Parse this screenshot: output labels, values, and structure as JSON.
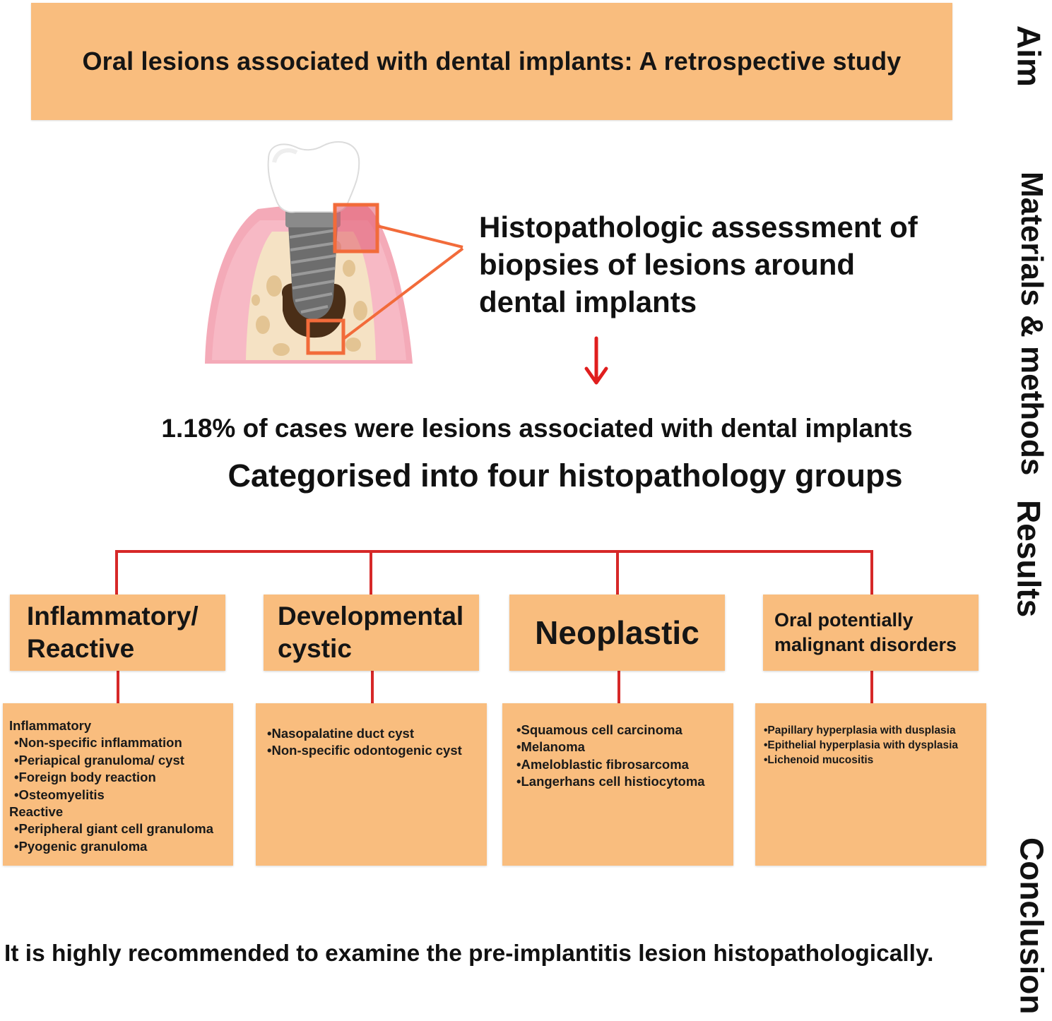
{
  "sections": {
    "aim": "Aim",
    "materials_methods": "Materials & methods",
    "results": "Results",
    "conclusion": "Conclusion"
  },
  "title": "Oral lesions associated with dental implants: A retrospective study",
  "methods": {
    "line1": "Histopathologic assessment of",
    "line2": "biopsies of lesions around",
    "line3": "dental implants"
  },
  "result_line": "1.18% of cases were lesions associated with dental implants",
  "groups_heading": "Categorised into four histopathology groups",
  "groups": [
    {
      "label_line1": "Inflammatory/",
      "label_line2": "Reactive",
      "items": [
        {
          "text": "Inflammatory",
          "type": "heading"
        },
        {
          "text": "•Non-specific inflammation",
          "type": "bullet"
        },
        {
          "text": "•Periapical granuloma/ cyst",
          "type": "bullet"
        },
        {
          "text": "•Foreign body reaction",
          "type": "bullet"
        },
        {
          "text": "•Osteomyelitis",
          "type": "bullet"
        },
        {
          "text": "Reactive",
          "type": "heading"
        },
        {
          "text": "•Peripheral giant cell granuloma",
          "type": "bullet"
        },
        {
          "text": "•Pyogenic granuloma",
          "type": "bullet"
        }
      ]
    },
    {
      "label_line1": "Developmental",
      "label_line2": "cystic",
      "items": [
        {
          "text": "•Nasopalatine duct cyst",
          "type": "bullet"
        },
        {
          "text": "•Non-specific odontogenic cyst",
          "type": "bullet"
        }
      ]
    },
    {
      "label_line1": "Neoplastic",
      "label_line2": "",
      "items": [
        {
          "text": "•Squamous cell carcinoma",
          "type": "bullet"
        },
        {
          "text": "•Melanoma",
          "type": "bullet"
        },
        {
          "text": "•Ameloblastic fibrosarcoma",
          "type": "bullet"
        },
        {
          "text": "•Langerhans cell histiocytoma",
          "type": "bullet"
        }
      ]
    },
    {
      "label_line1": "Oral potentially",
      "label_line2": "malignant disorders",
      "items": [
        {
          "text": "•Papillary hyperplasia with dusplasia",
          "type": "bullet"
        },
        {
          "text": "•Epithelial hyperplasia with dysplasia",
          "type": "bullet"
        },
        {
          "text": "•Lichenoid mucositis",
          "type": "bullet"
        }
      ]
    }
  ],
  "conclusion_text": "It is highly recommended to examine the pre-implantitis lesion histopathologically.",
  "colors": {
    "box_fill": "#f9bd7e",
    "connector": "#d62828",
    "arrow": "#e01e1e",
    "highlight_square": "#f26b3a",
    "gum": "#f4aab8",
    "bone": "#f5e2c4",
    "implant": "#6d6d6d"
  },
  "illustration": {
    "icon": "dental-implant-illustration"
  }
}
